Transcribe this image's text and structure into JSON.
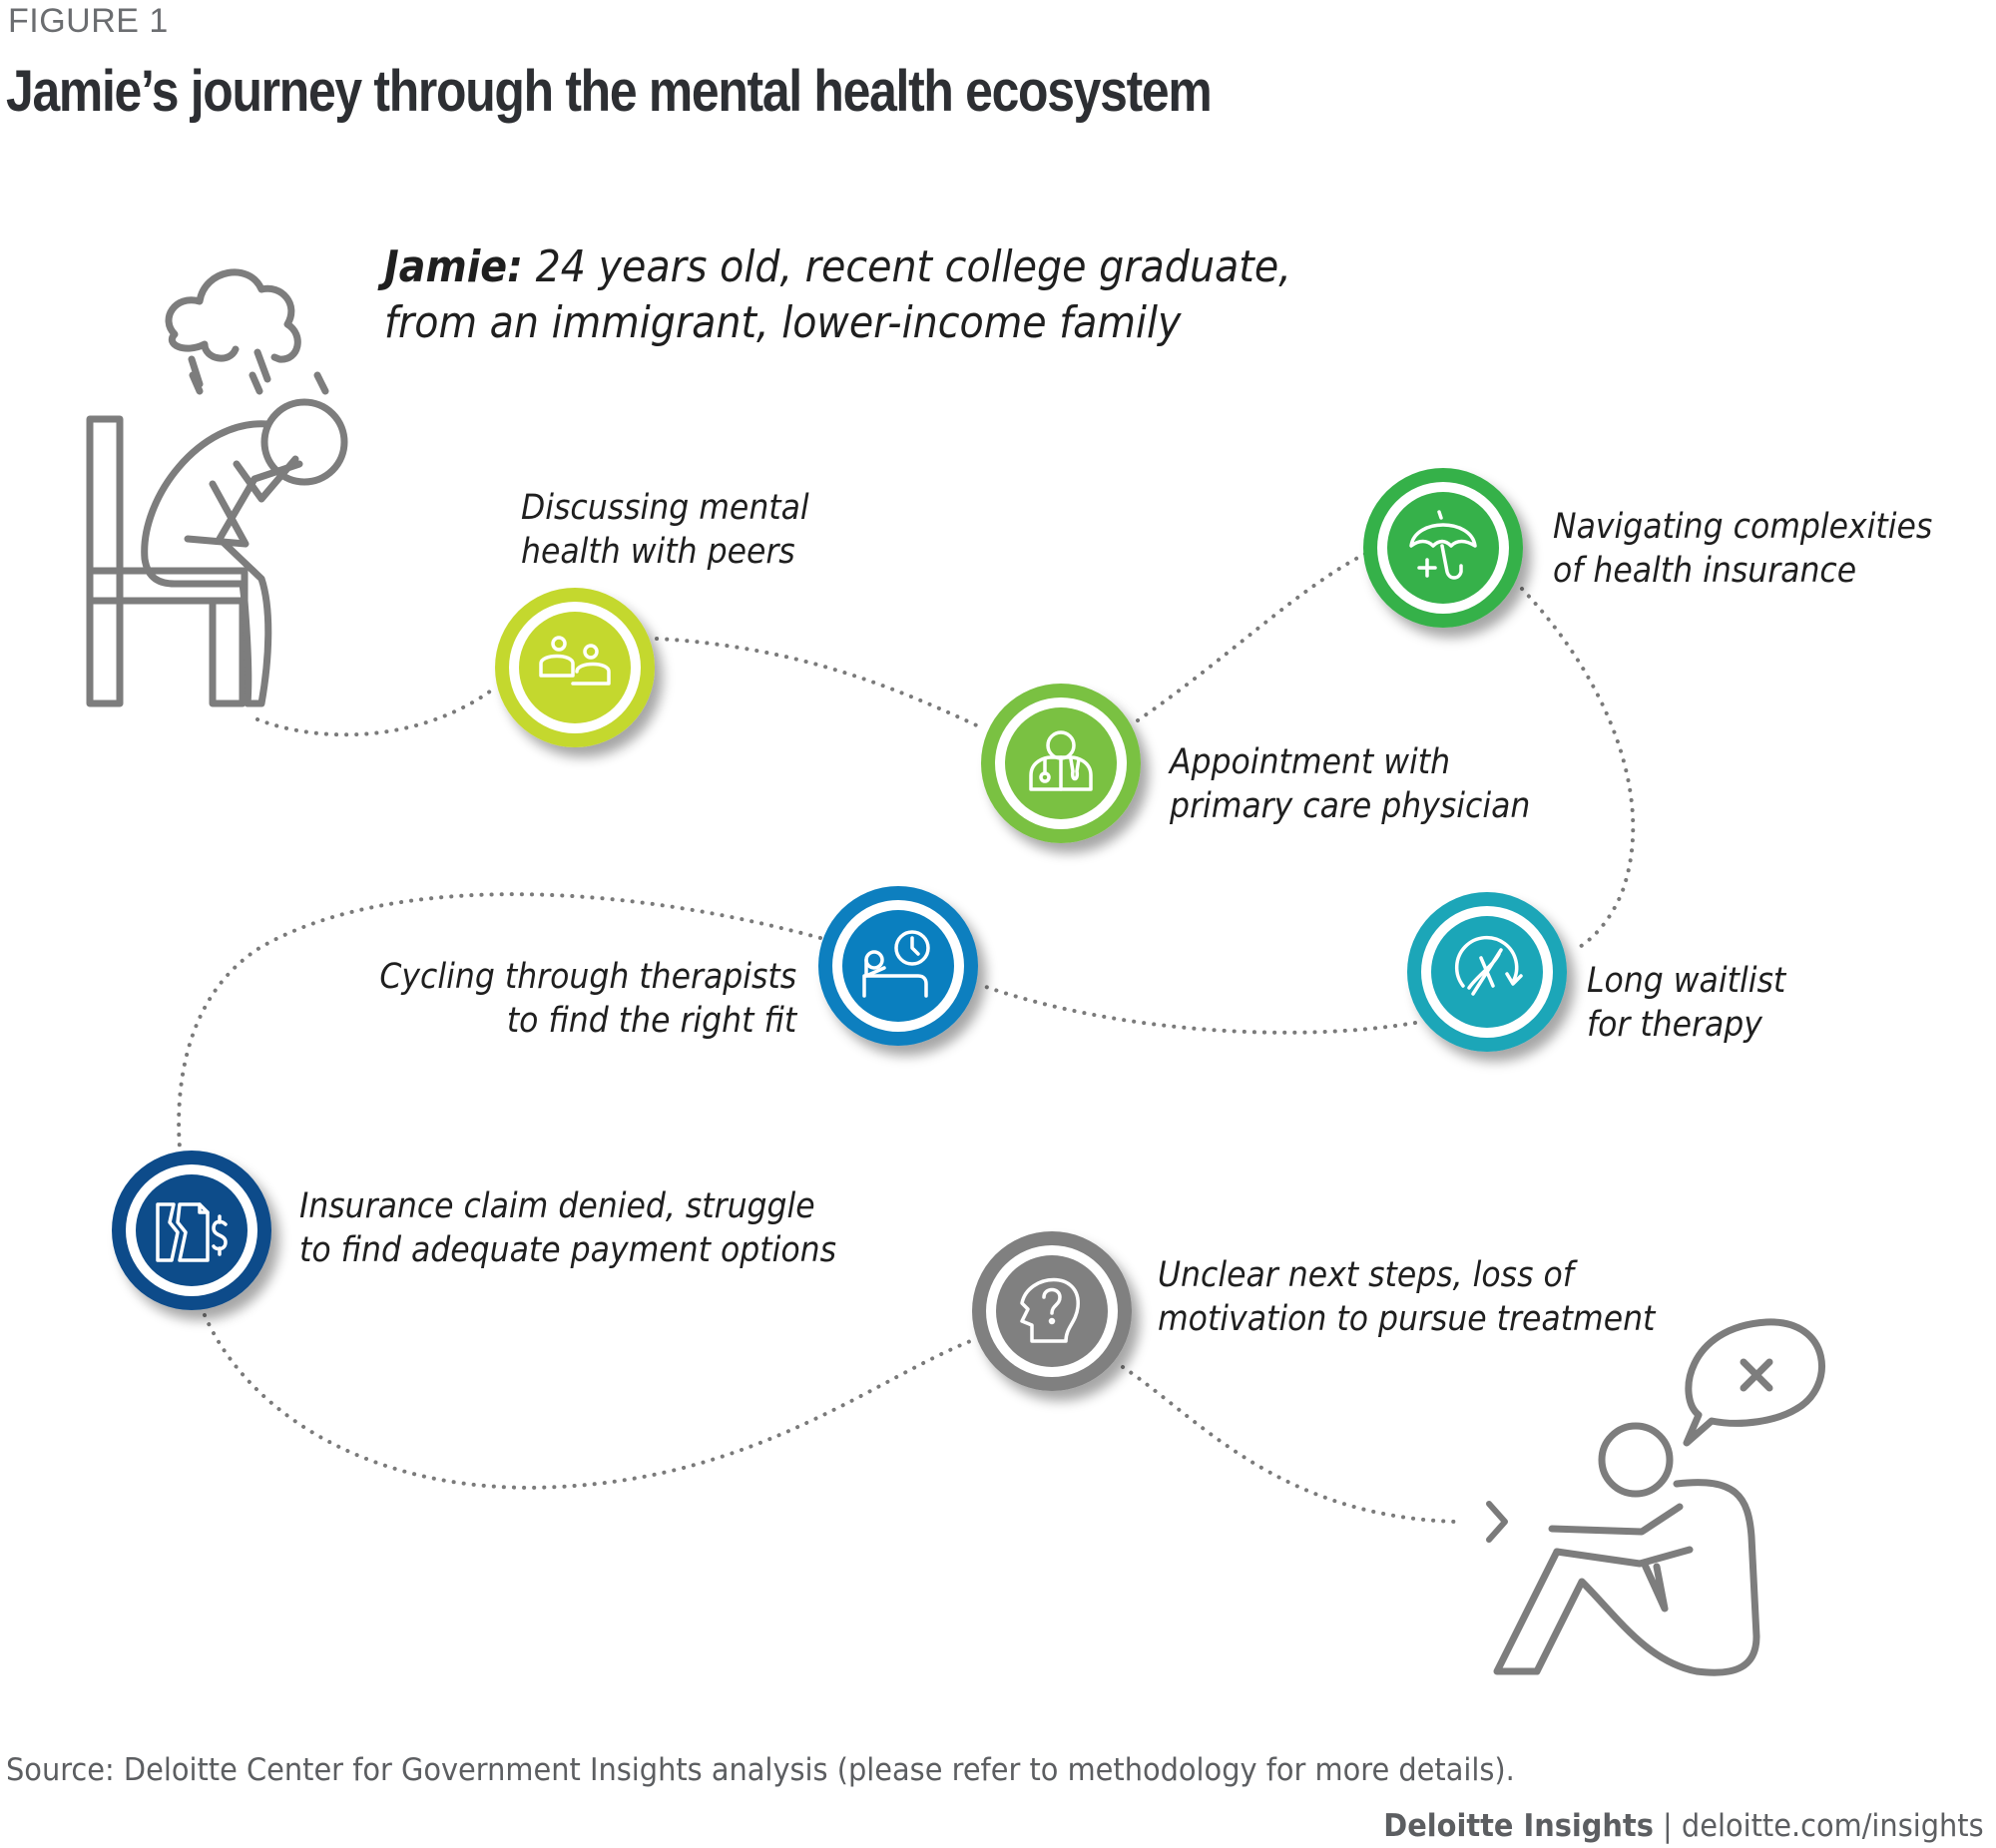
{
  "figure_label": "FIGURE 1",
  "title": "Jamie’s journey through the mental health ecosystem",
  "persona": {
    "name": "Jamie:",
    "line1": "24 years old, recent college graduate,",
    "line2": "from an immigrant, lower-income family"
  },
  "steps": [
    {
      "id": "peers",
      "line1": "Discussing mental",
      "line2": "health with peers",
      "icon": "people-icon",
      "color": "#c4d82e"
    },
    {
      "id": "physician",
      "line1": "Appointment with",
      "line2": "primary care physician",
      "icon": "doctor-icon",
      "color": "#7ac142"
    },
    {
      "id": "insurance",
      "line1": "Navigating complexities",
      "line2": "of health insurance",
      "icon": "umbrella-plus-icon",
      "color": "#36b14a"
    },
    {
      "id": "waitlist",
      "line1": "Long waitlist",
      "line2": "for therapy",
      "icon": "hourglass-cycle-icon",
      "color": "#1ba6b8"
    },
    {
      "id": "therapist",
      "line1": "Cycling through therapists",
      "line2": "to find the right fit",
      "icon": "patient-clock-icon",
      "color": "#0a7fbf"
    },
    {
      "id": "claim",
      "line1": "Insurance claim denied, struggle",
      "line2": "to find adequate payment options",
      "icon": "torn-document-dollar-icon",
      "color": "#0d4c8a"
    },
    {
      "id": "unclear",
      "line1": "Unclear next steps, loss of",
      "line2": "motivation to pursue treatment",
      "icon": "head-question-icon",
      "color": "#808080"
    }
  ],
  "start_figure": "sad-person-chair-rain-icon",
  "end_figure": "person-sitting-speech-x-icon",
  "path_color": "#7a7a7a",
  "source": "Source: Deloitte Center for Government Insights analysis (please refer to methodology for more details).",
  "credit": {
    "brand": "Deloitte Insights",
    "separator": " | ",
    "url": "deloitte.com/insights"
  }
}
